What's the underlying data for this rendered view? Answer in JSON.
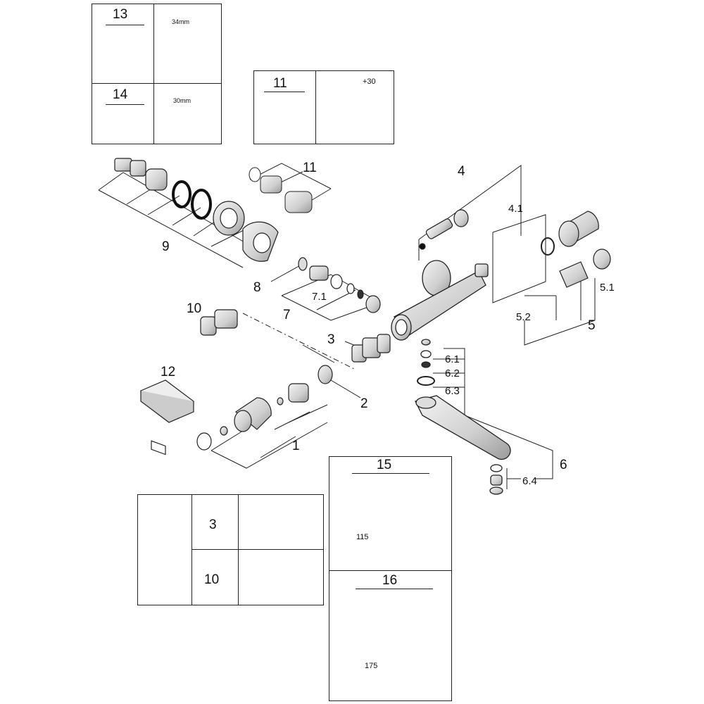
{
  "inset_top_left": {
    "item_13": "13",
    "ring_size": "34mm",
    "item_14": "14",
    "nut_size": "30mm"
  },
  "inset_11": {
    "item": "11",
    "offset": "+30"
  },
  "callouts": {
    "c1": "1",
    "c2": "2",
    "c3": "3",
    "c4": "4",
    "c4_1": "4.1",
    "c5": "5",
    "c5_1": "5.1",
    "c5_2": "5.2",
    "c6": "6",
    "c6_1": "6.1",
    "c6_2": "6.2",
    "c6_3": "6.3",
    "c6_4": "6.4",
    "c7": "7",
    "c7_1": "7.1",
    "c8": "8",
    "c9": "9",
    "c10": "10",
    "c11": "11",
    "c12": "12"
  },
  "inset_bottom_left": {
    "row_3": "3",
    "row_10": "10"
  },
  "inset_15": {
    "item": "15",
    "length": "115"
  },
  "inset_16": {
    "item": "16",
    "length": "175"
  },
  "colors": {
    "line": "#222222",
    "part_fill": "#e6e6e6",
    "part_shade": "#b5b5b5"
  }
}
